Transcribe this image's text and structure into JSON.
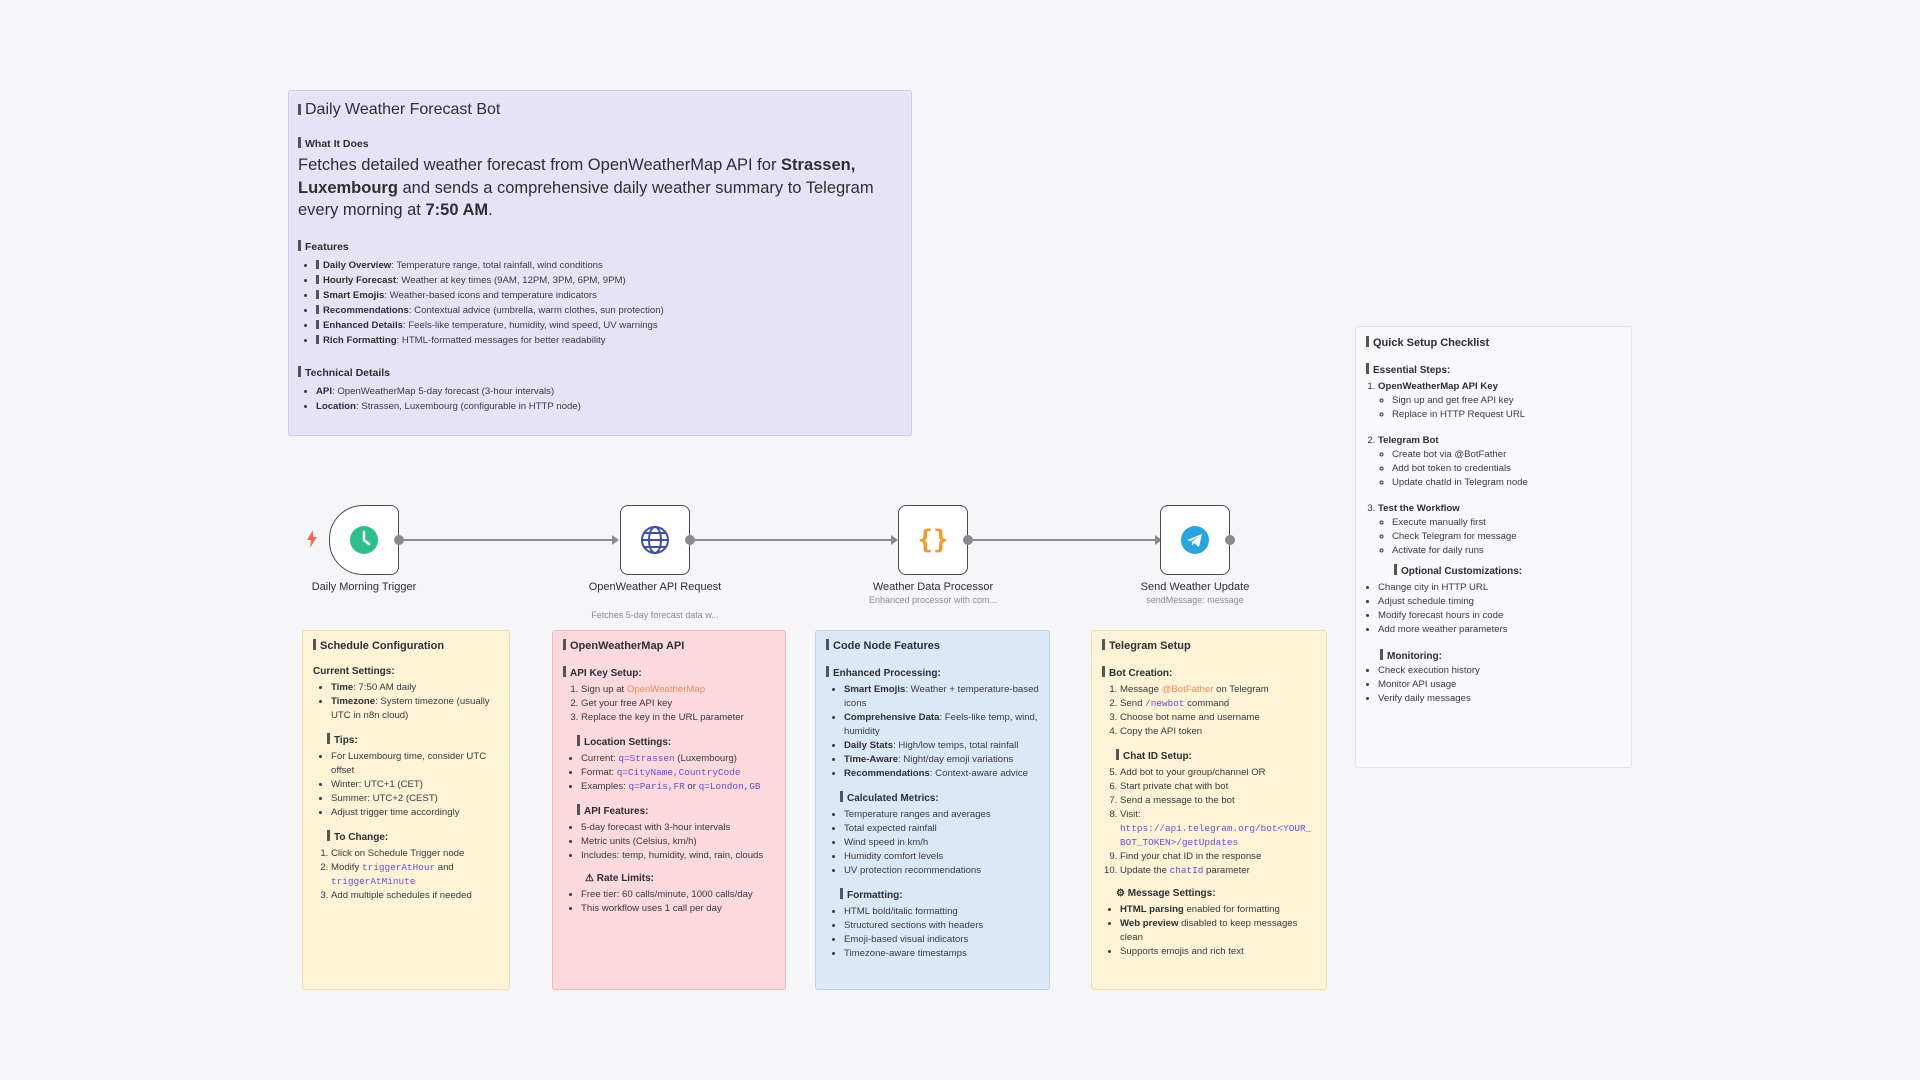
{
  "intro": {
    "title": "Daily Weather Forecast Bot",
    "what_heading": "What It Does",
    "lead_parts": [
      "Fetches detailed weather forecast from OpenWeatherMap API for ",
      "Strassen, Luxembourg",
      " and sends a comprehensive daily weather summary to Telegram every morning at ",
      "7:50 AM",
      "."
    ],
    "features_heading": "Features",
    "features": [
      {
        "name": "Daily Overview",
        "text": ": Temperature range, total rainfall, wind conditions"
      },
      {
        "name": "Hourly Forecast",
        "text": ": Weather at key times (9AM, 12PM, 3PM, 6PM, 9PM)"
      },
      {
        "name": "Smart Emojis",
        "text": ": Weather-based icons and temperature indicators"
      },
      {
        "name": "Recommendations",
        "text": ": Contextual advice (umbrella, warm clothes, sun protection)"
      },
      {
        "name": "Enhanced Details",
        "text": ": Feels-like temperature, humidity, wind speed, UV warnings"
      },
      {
        "name": "Rich Formatting",
        "text": ": HTML-formatted messages for better readability"
      }
    ],
    "tech_heading": "Technical Details",
    "tech": [
      {
        "name": "API",
        "text": ": OpenWeatherMap 5-day forecast (3-hour intervals)"
      },
      {
        "name": "Location",
        "text": ": Strassen, Luxembourg (configurable in HTTP node)"
      }
    ]
  },
  "nodes": [
    {
      "label": "Daily Morning Trigger",
      "sub": "",
      "icon": "clock-icon"
    },
    {
      "label": "OpenWeather API Request",
      "sub": "Fetches 5-day forecast data w...",
      "icon": "globe-icon"
    },
    {
      "label": "Weather Data Processor",
      "sub": "Enhanced processor with com...",
      "icon": "code-braces-icon"
    },
    {
      "label": "Send Weather Update",
      "sub": "sendMessage: message",
      "icon": "telegram-icon"
    }
  ],
  "checklist": {
    "title": "Quick Setup Checklist",
    "essential": "Essential Steps:",
    "steps": [
      {
        "title": "OpenWeatherMap API Key",
        "items": [
          "Sign up and get free API key",
          "Replace in HTTP Request URL"
        ]
      },
      {
        "title": "Telegram Bot",
        "items": [
          "Create bot via @BotFather",
          "Add bot token to credentials",
          "Update chatId in Telegram node"
        ]
      },
      {
        "title": "Test the Workflow",
        "items": [
          "Execute manually first",
          "Check Telegram for message",
          "Activate for daily runs"
        ]
      }
    ],
    "optional_heading": "Optional Customizations:",
    "optional": [
      "Change city in HTTP URL",
      "Adjust schedule timing",
      "Modify forecast hours in code",
      "Add more weather parameters"
    ],
    "monitoring_heading": "Monitoring:",
    "monitoring": [
      "Check execution history",
      "Monitor API usage",
      "Verify daily messages"
    ]
  },
  "schedule": {
    "title": "Schedule Configuration",
    "current_heading": "Current Settings:",
    "current": [
      {
        "name": "Time",
        "text": ": 7:50 AM daily"
      },
      {
        "name": "Timezone",
        "text": ": System timezone (usually UTC in n8n cloud)"
      }
    ],
    "tips_heading": "Tips:",
    "tips": [
      "For Luxembourg time, consider UTC offset",
      "Winter: UTC+1 (CET)",
      "Summer: UTC+2 (CEST)",
      "Adjust trigger time accordingly"
    ],
    "change_heading": "To Change:",
    "change_1": "Click on Schedule Trigger node",
    "change_2_a": "Modify ",
    "change_2_code1": "triggerAtHour",
    "change_2_b": " and ",
    "change_2_code2": "triggerAtMinute",
    "change_3": "Add multiple schedules if needed"
  },
  "owm": {
    "title": "OpenWeatherMap API",
    "key_heading": "API Key Setup:",
    "key_1a": "Sign up at ",
    "key_1link": "OpenWeatherMap",
    "key_2": "Get your free API key",
    "key_3": "Replace the key in the URL parameter",
    "loc_heading": "Location Settings:",
    "loc_current_a": "Current: ",
    "loc_current_code": "q=Strassen",
    "loc_current_b": " (Luxembourg)",
    "loc_format_a": "Format: ",
    "loc_format_code": "q=CityName,CountryCode",
    "loc_ex_a": "Examples: ",
    "loc_ex_code1": "q=Paris,FR",
    "loc_ex_or": " or ",
    "loc_ex_code2": "q=London,GB",
    "features_heading": "API Features:",
    "features": [
      "5-day forecast with 3-hour intervals",
      "Metric units (Celsius, km/h)",
      "Includes: temp, humidity, wind, rain, clouds"
    ],
    "rate_heading": "⚠ Rate Limits:",
    "rate": [
      "Free tier: 60 calls/minute, 1000 calls/day",
      "This workflow uses 1 call per day"
    ]
  },
  "code": {
    "title": "Code Node Features",
    "proc_heading": "Enhanced Processing:",
    "proc": [
      {
        "name": "Smart Emojis",
        "text": ": Weather + temperature-based icons"
      },
      {
        "name": "Comprehensive Data",
        "text": ": Feels-like temp, wind, humidity"
      },
      {
        "name": "Daily Stats",
        "text": ": High/low temps, total rainfall"
      },
      {
        "name": "Time-Aware",
        "text": ": Night/day emoji variations"
      },
      {
        "name": "Recommendations",
        "text": ": Context-aware advice"
      }
    ],
    "metrics_heading": "Calculated Metrics:",
    "metrics": [
      "Temperature ranges and averages",
      "Total expected rainfall",
      "Wind speed in km/h",
      "Humidity comfort levels",
      "UV protection recommendations"
    ],
    "format_heading": "Formatting:",
    "format": [
      "HTML bold/italic formatting",
      "Structured sections with headers",
      "Emoji-based visual indicators",
      "Timezone-aware timestamps"
    ]
  },
  "telegram": {
    "title": "Telegram Setup",
    "bot_heading": "Bot Creation:",
    "bot_1a": "Message ",
    "bot_1link": "@BotFather",
    "bot_1b": " on Telegram",
    "bot_2a": "Send ",
    "bot_2code": "/newbot",
    "bot_2b": " command",
    "bot_3": "Choose bot name and username",
    "bot_4": "Copy the API token",
    "chat_heading": "Chat ID Setup:",
    "chat_5": "Add bot to your group/channel OR",
    "chat_6": "Start private chat with bot",
    "chat_7": "Send a message to the bot",
    "chat_8a": "Visit: ",
    "chat_8code": "https://api.telegram.org/bot<YOUR_BOT_TOKEN>/getUpdates",
    "chat_9": "Find your chat ID in the response",
    "chat_10a": "Update the ",
    "chat_10code": "chatId",
    "chat_10b": " parameter",
    "msg_heading": "⚙ Message Settings:",
    "msg": [
      {
        "name": "HTML parsing",
        "text": " enabled for formatting"
      },
      {
        "name": "Web preview",
        "text": " disabled to keep messages clean"
      },
      {
        "name": "",
        "text": "Supports emojis and rich text"
      }
    ]
  }
}
